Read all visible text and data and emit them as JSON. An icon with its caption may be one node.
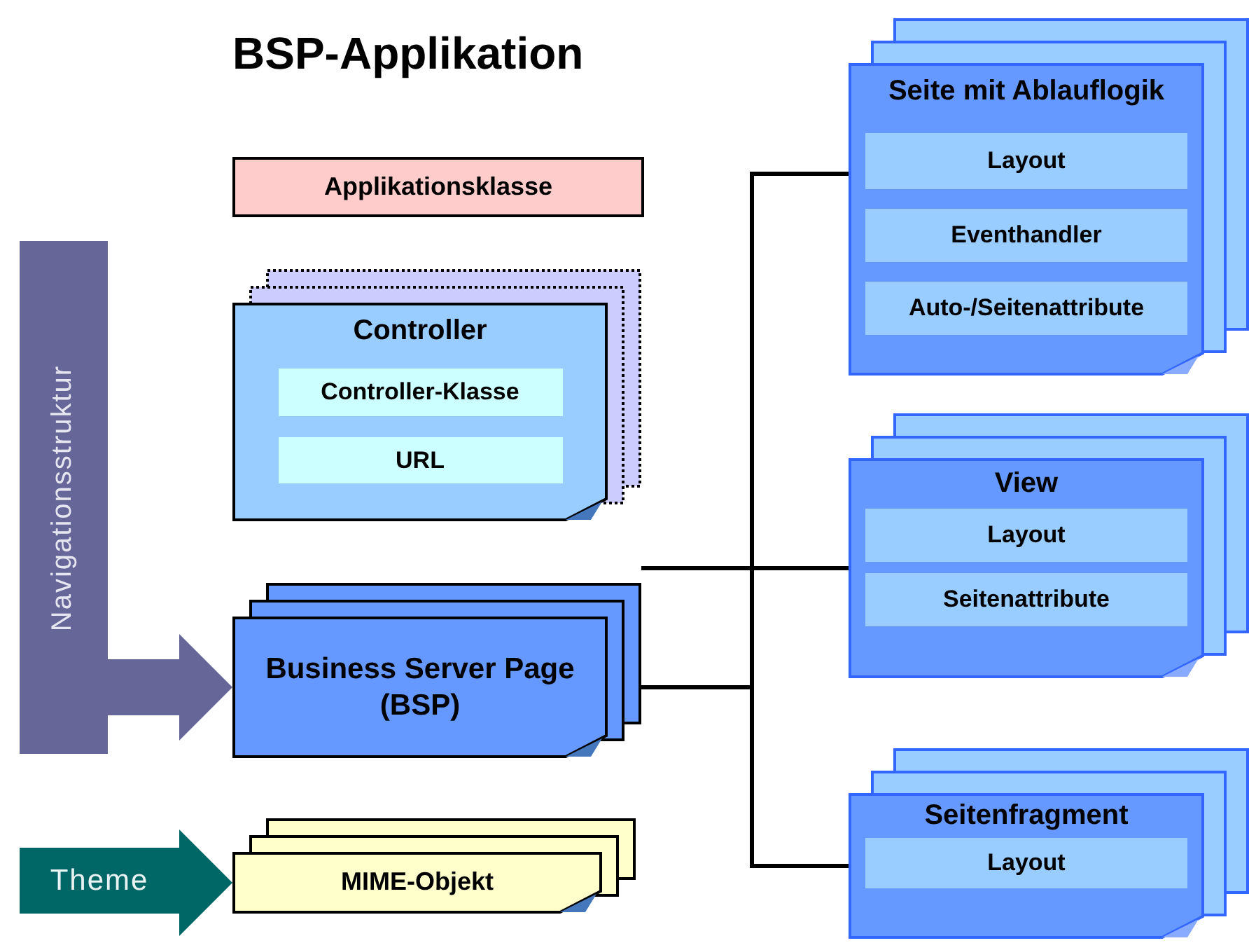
{
  "diagram": {
    "title": "BSP-Applikation",
    "nodes": [
      {
        "text": [
          "Applikationsklasse"
        ]
      },
      {
        "text": [
          "Controller"
        ]
      },
      {
        "text": [
          "Controller-Klasse"
        ],
        "in": 1
      },
      {
        "text": [
          "URL"
        ],
        "in": 1
      },
      {
        "text": [
          "Navigationsstruktur"
        ]
      },
      {
        "text": [
          "Business Server Page (BSP)"
        ]
      },
      {
        "text": [
          "Theme"
        ]
      },
      {
        "text": [
          "MIME-Objekt"
        ]
      },
      {
        "text": [
          "Seite mit Ablauflogik"
        ]
      },
      {
        "text": [
          "Layout"
        ],
        "in": 8
      },
      {
        "text": [
          "Eventhandler"
        ],
        "in": 8
      },
      {
        "text": [
          "Auto-/Seitenattribute"
        ],
        "in": 8
      },
      {
        "text": [
          "View"
        ]
      },
      {
        "text": [
          "Layout"
        ],
        "in": 12
      },
      {
        "text": [
          "Seitenattribute"
        ],
        "in": 12
      },
      {
        "text": [
          "Seitenfragment"
        ]
      },
      {
        "text": [
          "Layout"
        ],
        "in": 15
      }
    ],
    "edges": [
      {
        "from": 4,
        "to": 5,
        "arrow": "to",
        "style": "thick",
        "color": "#666699"
      },
      {
        "from": 6,
        "to": 7,
        "arrow": "to",
        "style": "thick",
        "color": "#006666"
      },
      {
        "from": 5,
        "to": 8,
        "arrow": "none"
      },
      {
        "from": 5,
        "to": 12,
        "arrow": "none"
      },
      {
        "from": 5,
        "to": 15,
        "arrow": "none"
      }
    ]
  }
}
